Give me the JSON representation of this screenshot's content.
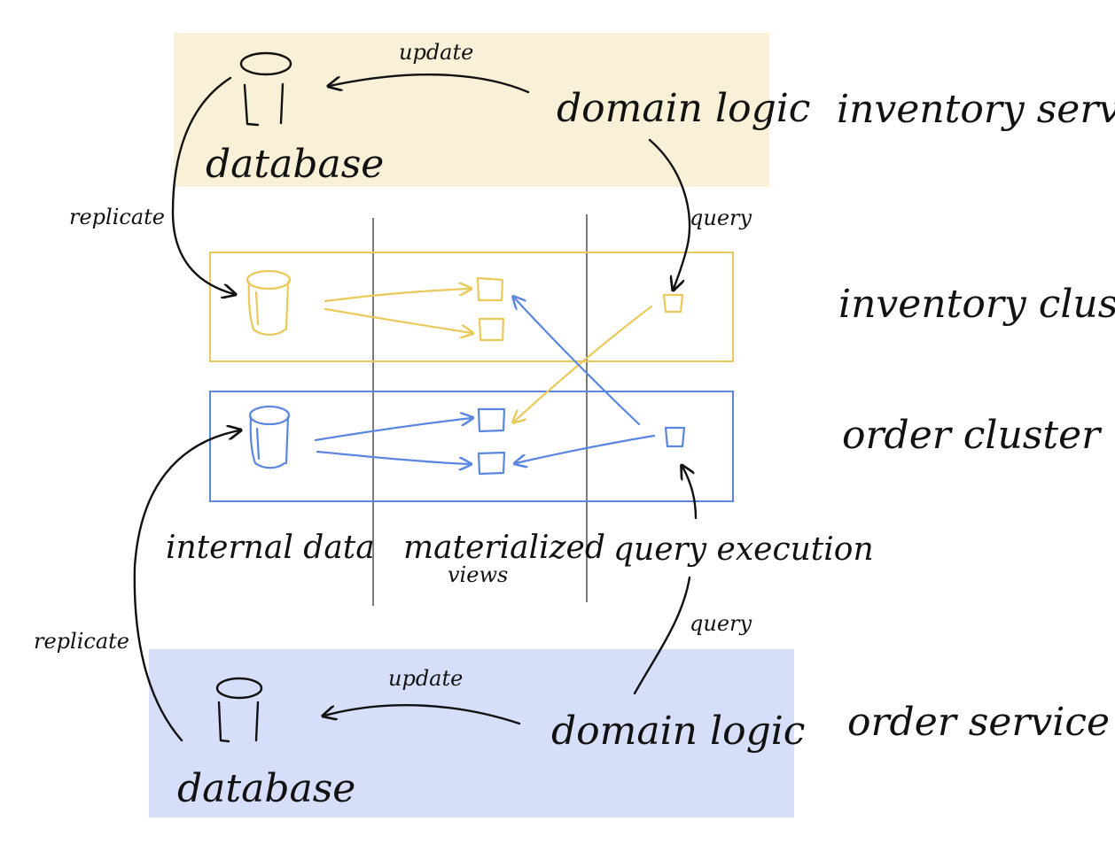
{
  "colors": {
    "inventory_service_bg": "#f9f1d7",
    "order_service_bg": "#d7defa",
    "inventory_accent": "#e9c95a",
    "order_accent": "#5b86e0",
    "ink": "#111111"
  },
  "inventory_service": {
    "name": "inventory service",
    "database_label": "database",
    "domain_logic_label": "domain logic",
    "update_label": "update",
    "replicate_label": "replicate",
    "query_label": "query"
  },
  "order_service": {
    "name": "order service",
    "database_label": "database",
    "domain_logic_label": "domain logic",
    "update_label": "update",
    "replicate_label": "replicate",
    "query_label": "query"
  },
  "clusters": {
    "inventory": "inventory cluster",
    "order": "order cluster"
  },
  "columns": {
    "internal_data": "internal data",
    "materialized_views_line1": "materialized",
    "materialized_views_line2": "views",
    "query_execution": "query execution"
  },
  "icons": [
    "database-icon",
    "view-icon",
    "query-box-icon",
    "arrow-icon"
  ]
}
